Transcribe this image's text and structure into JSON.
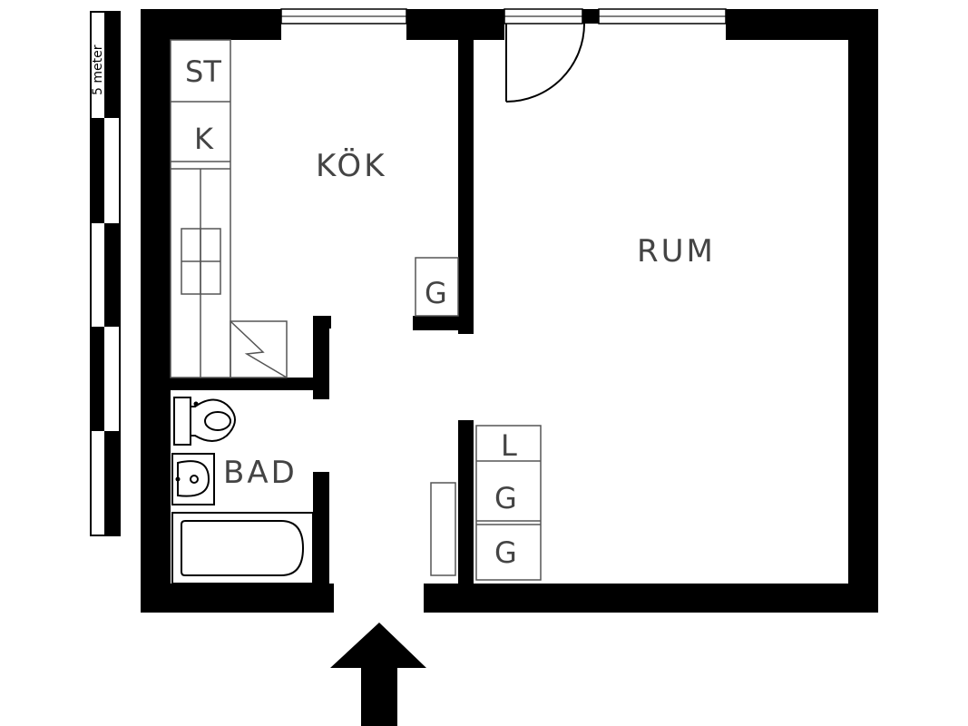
{
  "scale_bar": {
    "label": "5 meter",
    "segments": 5
  },
  "rooms": {
    "kitchen": "KÖK",
    "living_room": "RUM",
    "bathroom": "BAD"
  },
  "fixtures": {
    "stove": "ST",
    "fridge": "K",
    "closet_kitchen": "G",
    "linen_closet": "L",
    "closet_1": "G",
    "closet_2": "G"
  },
  "colors": {
    "wall": "#000000",
    "label": "#444444",
    "background": "#ffffff"
  },
  "icons": {
    "entrance": "up-arrow-icon"
  }
}
